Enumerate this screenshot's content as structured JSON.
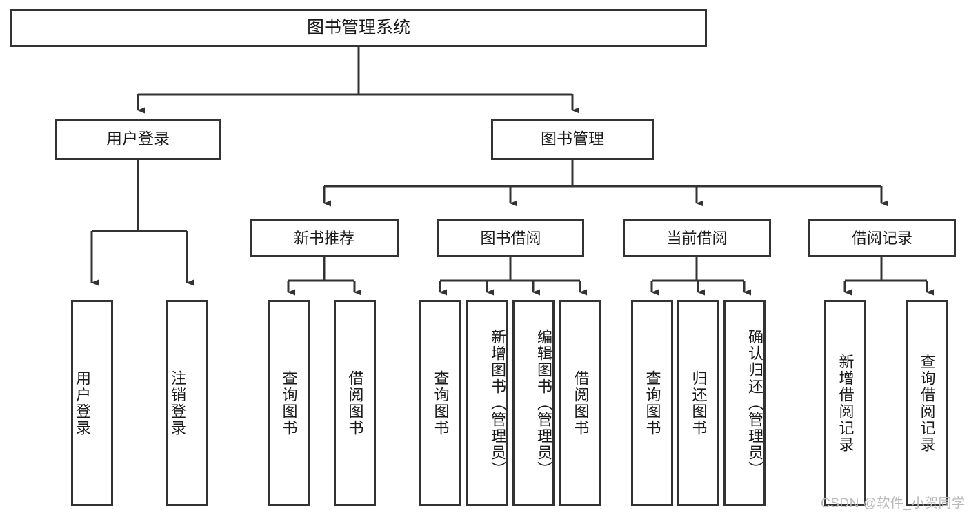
{
  "diagram": {
    "title": "图书管理系统",
    "type": "tree-hierarchy-diagram",
    "colors": {
      "border": "#333333",
      "node_fill": "#ffffff",
      "edge": "#333333",
      "text": "#1a1a1a",
      "watermark": "#b9b9b9",
      "background": "#ffffff"
    },
    "root": {
      "label": "图书管理系统"
    },
    "level1": [
      {
        "label": "用户登录"
      },
      {
        "label": "图书管理"
      }
    ],
    "level2": [
      {
        "label": "新书推荐"
      },
      {
        "label": "图书借阅"
      },
      {
        "label": "当前借阅"
      },
      {
        "label": "借阅记录"
      }
    ],
    "leaves": {
      "user_login": [
        {
          "label": "用户登录"
        },
        {
          "label": "注销登录"
        }
      ],
      "new_book_recommend": [
        {
          "label": "查询图书"
        },
        {
          "label": "借阅图书"
        }
      ],
      "book_borrow": [
        {
          "label": "查询图书"
        },
        {
          "label": "新增图书（管理员）"
        },
        {
          "label": "编辑图书（管理员）"
        },
        {
          "label": "借阅图书"
        }
      ],
      "current_borrow": [
        {
          "label": "查询图书"
        },
        {
          "label": "归还图书"
        },
        {
          "label": "确认归还（管理员）"
        }
      ],
      "borrow_record": [
        {
          "label": "新增借阅记录"
        },
        {
          "label": "查询借阅记录"
        }
      ]
    }
  },
  "watermark": {
    "text": "CSDN @软件_小贺同学"
  }
}
